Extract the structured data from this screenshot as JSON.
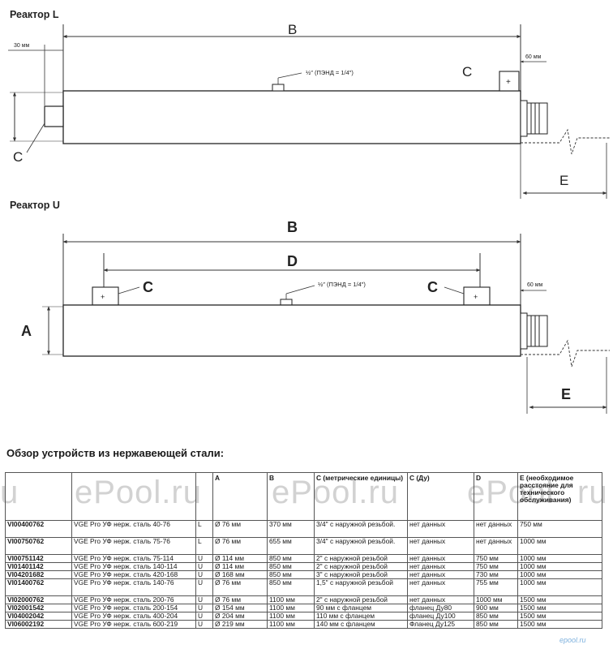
{
  "reactor_l": {
    "title": "Реактор L",
    "label_b": "B",
    "label_c_left": "C",
    "label_c_right": "C",
    "label_e": "E",
    "dim_left": "30 мм",
    "dim_right": "60 мм",
    "port_note": "½″ (ПЭНД = 1/4″)"
  },
  "reactor_u": {
    "title": "Реактор U",
    "label_a": "A",
    "label_b": "B",
    "label_c_left": "C",
    "label_c_right": "C",
    "label_d": "D",
    "label_e": "E",
    "dim_right": "60 мм",
    "port_note": "½″ (ПЭНД = 1/4″)"
  },
  "watermark": {
    "left": "u",
    "mid1": "ePool.ru",
    "mid2": "ePool.ru",
    "right1": "ePool",
    "right2": "ru"
  },
  "section_title": "Обзор устройств из нержавеющей стали:",
  "table": {
    "headers": {
      "code": "",
      "name": "",
      "type": "",
      "a": "A",
      "b": "B",
      "c": "C (метрические единицы)",
      "c_du": "C (Ду)",
      "d": "D",
      "e": "E (необходимое расстояние для технического обслуживания)"
    },
    "rows": [
      {
        "code": "VI00400762",
        "name": "VGE Pro УФ нерж. сталь 40-76",
        "type": "L",
        "a": "Ø 76 мм",
        "b": "370 мм",
        "c": "3/4\" с наружной резьбой.",
        "c_du": "нет данных",
        "d": "нет данных",
        "e": "750 мм"
      },
      {
        "code": "VI00750762",
        "name": "VGE Pro УФ нерж. сталь 75-76",
        "type": "L",
        "a": "Ø 76 мм",
        "b": "655 мм",
        "c": "3/4\" с наружной резьбой.",
        "c_du": "нет данных",
        "d": "нет данных",
        "e": "1000 мм"
      },
      {
        "code": "VI00751142",
        "name": "VGE Pro УФ нерж. сталь 75-114",
        "type": "U",
        "a": "Ø 114 мм",
        "b": "850 мм",
        "c": "2\" с наружной резьбой",
        "c_du": "нет данных",
        "d": "750 мм",
        "e": "1000 мм"
      },
      {
        "code": "VI01401142",
        "name": "VGE Pro УФ нерж. сталь 140-114",
        "type": "U",
        "a": "Ø 114 мм",
        "b": "850 мм",
        "c": "2\" с наружной резьбой",
        "c_du": "нет данных",
        "d": "750 мм",
        "e": "1000 мм"
      },
      {
        "code": "VI04201682",
        "name": "VGE Pro УФ нерж. сталь 420-168",
        "type": "U",
        "a": "Ø 168 мм",
        "b": "850 мм",
        "c": "3\" с наружной резьбой",
        "c_du": "нет данных",
        "d": "730 мм",
        "e": "1000 мм"
      },
      {
        "code": "VI01400762",
        "name": "VGE Pro УФ нерж. сталь 140-76",
        "type": "U",
        "a": "Ø 76 мм",
        "b": "850 мм",
        "c": "1,5\" с наружной резьбой",
        "c_du": "нет данных",
        "d": "755 мм",
        "e": "1000 мм"
      },
      {
        "code": "VI02000762",
        "name": "VGE Pro УФ нерж. сталь 200-76",
        "type": "U",
        "a": "Ø 76 мм",
        "b": "1100 мм",
        "c": "2\" с наружной резьбой",
        "c_du": "нет данных",
        "d": "1000 мм",
        "e": "1500 мм"
      },
      {
        "code": "VI02001542",
        "name": "VGE Pro УФ нерж. сталь 200-154",
        "type": "U",
        "a": "Ø 154 мм",
        "b": "1100 мм",
        "c": "90 мм с фланцем",
        "c_du": "фланец Ду80",
        "d": "900 мм",
        "e": "1500 мм"
      },
      {
        "code": "VI04002042",
        "name": "VGE Pro УФ нерж. сталь 400-204",
        "type": "U",
        "a": "Ø 204 мм",
        "b": "1100 мм",
        "c": "110 мм с фланцем",
        "c_du": "фланец Ду100",
        "d": "850 мм",
        "e": "1500 мм"
      },
      {
        "code": "VI06002192",
        "name": "VGE Pro УФ нерж. сталь 600-219",
        "type": "U",
        "a": "Ø 219 мм",
        "b": "1100 мм",
        "c": "140 мм с фланцем",
        "c_du": "Фланец Ду125",
        "d": "850 мм",
        "e": "1500 мм"
      }
    ]
  },
  "brand": "epool.ru"
}
